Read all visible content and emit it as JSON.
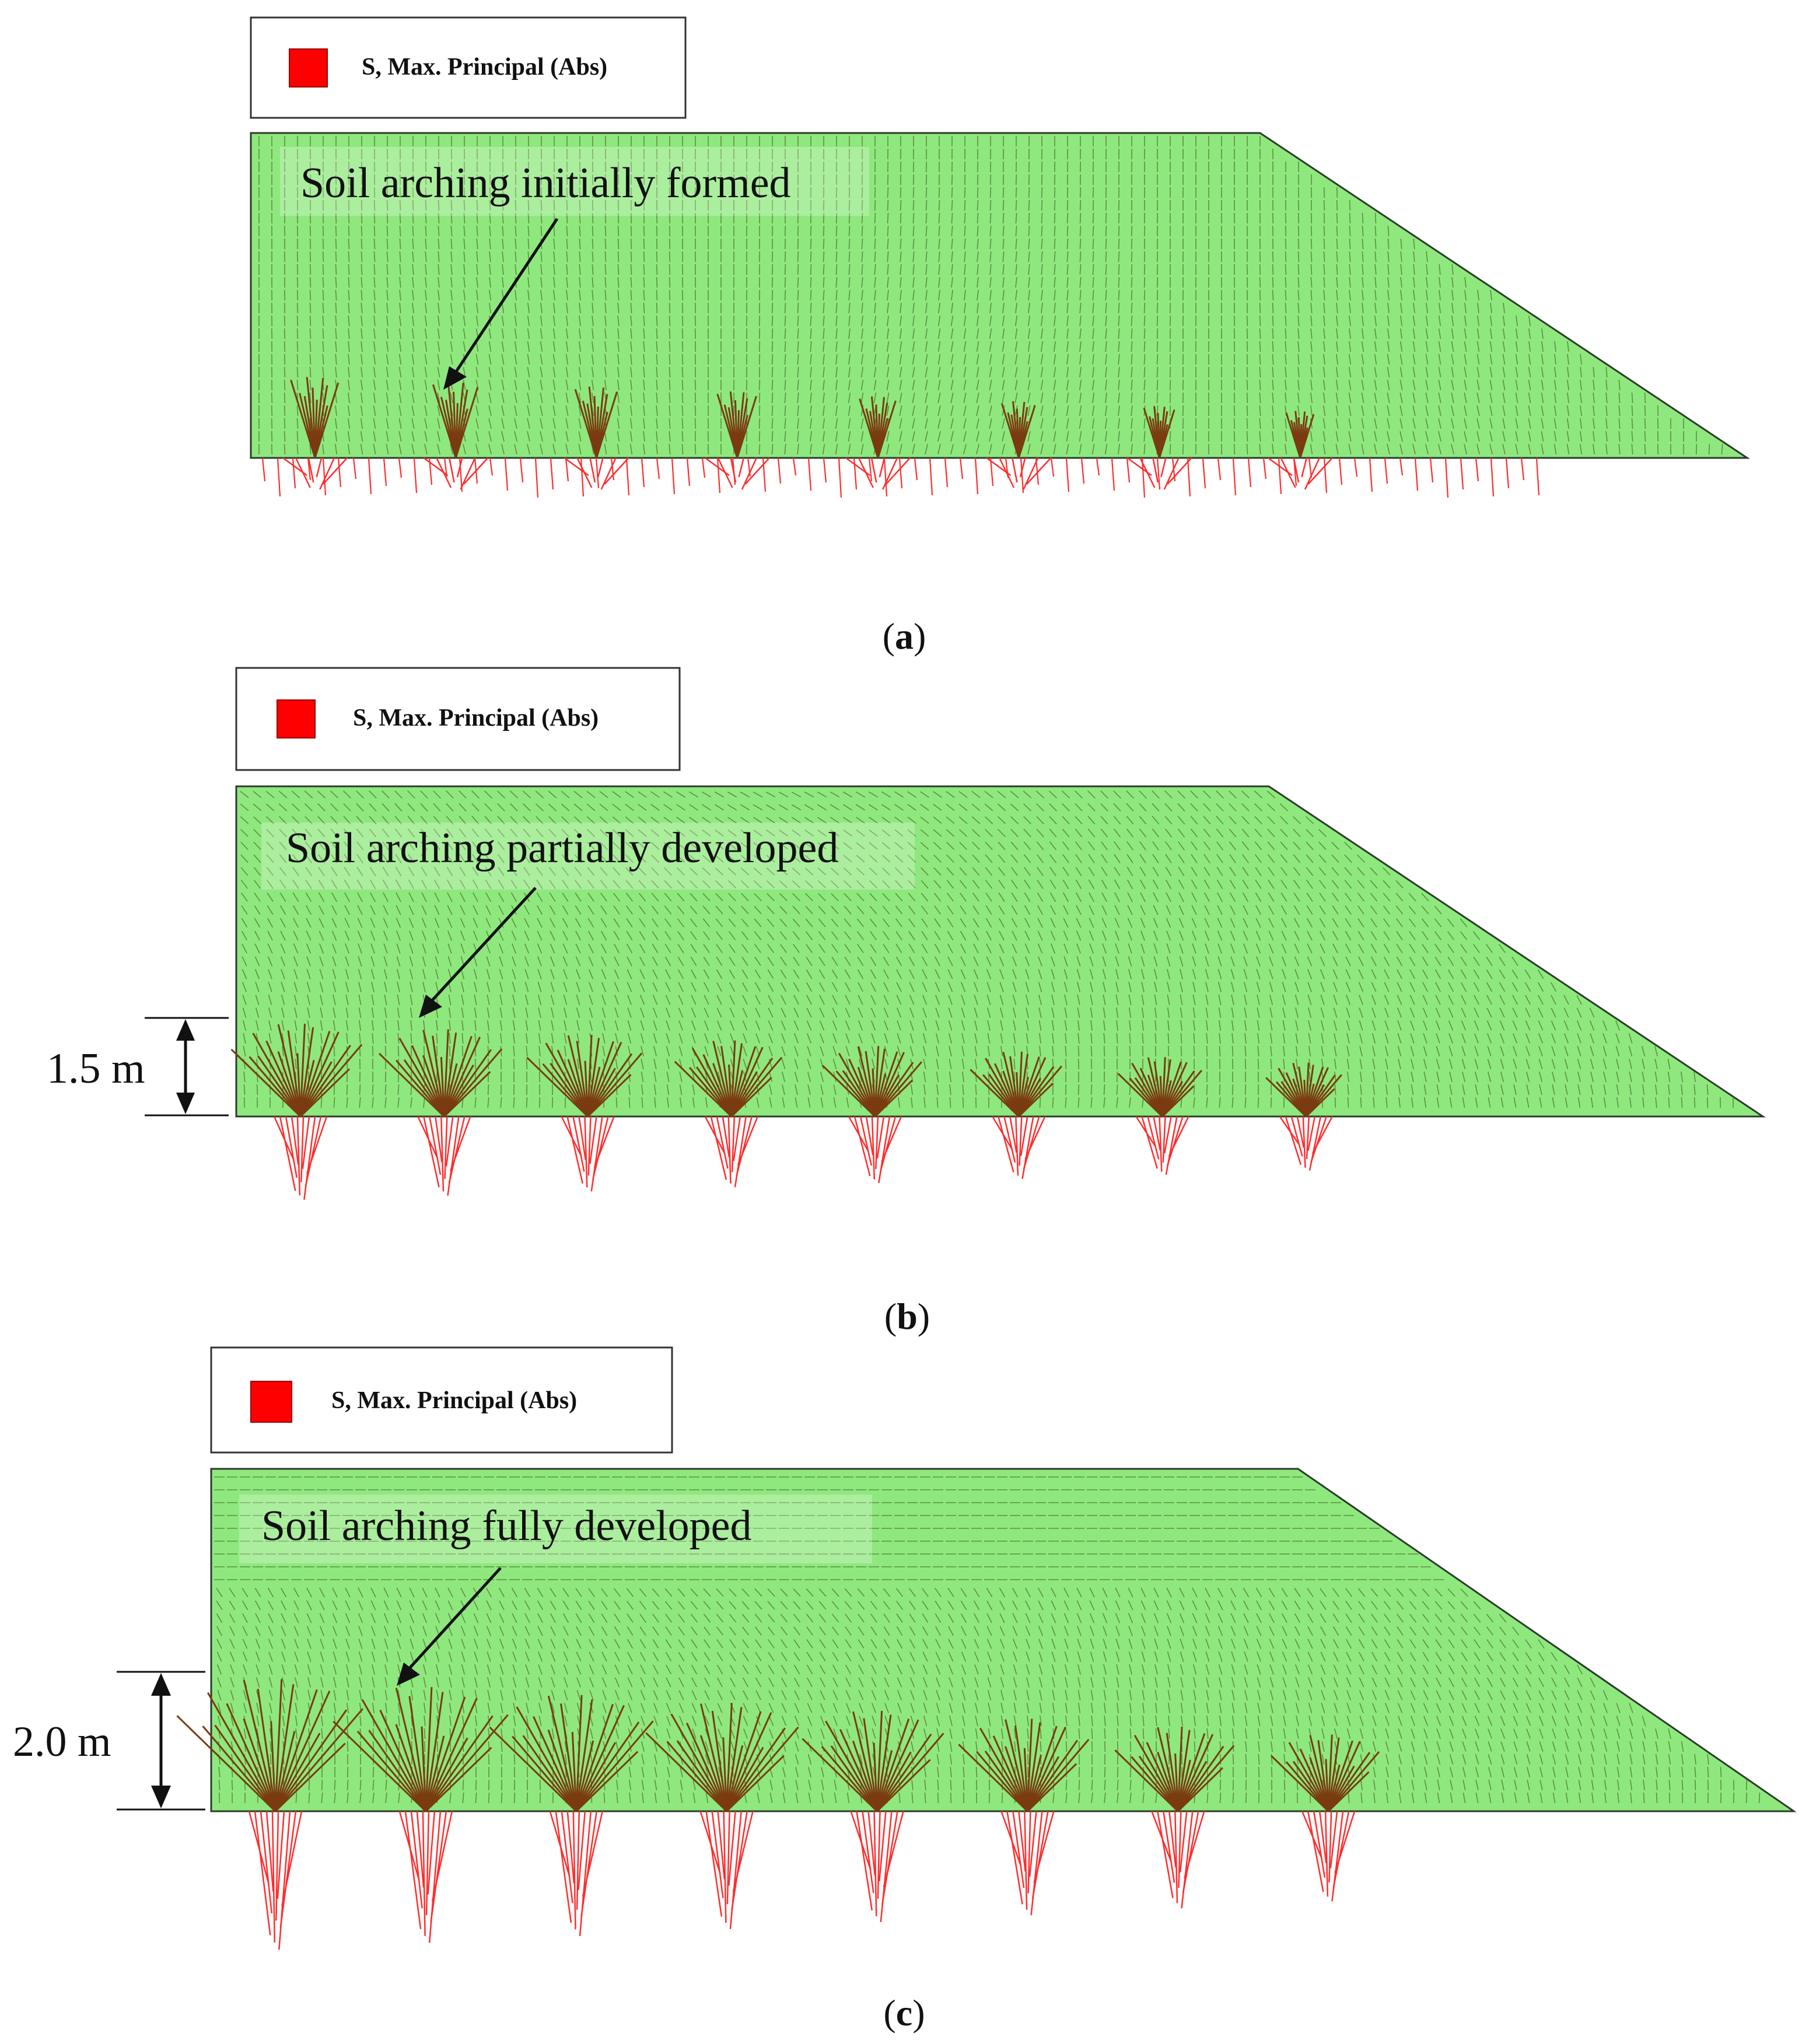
{
  "colors": {
    "soil": "#8ee87e",
    "soil_edge": "#2b3b2b",
    "vector_soil": "#7a3b10",
    "vector_pile": "#ff2d2d",
    "legend_swatch": "#ff0000",
    "text": "#111111"
  },
  "panels": [
    {
      "id": "a",
      "legend_label": "S, Max. Principal (Abs)",
      "annotation": "Soil arching initially formed",
      "dimension_label": "",
      "caption": {
        "open": "(",
        "letter": "a",
        "close": ")"
      },
      "arching_stage": "initial"
    },
    {
      "id": "b",
      "legend_label": "S, Max. Principal (Abs)",
      "annotation": "Soil arching partially developed",
      "dimension_label": "1.5 m",
      "caption": {
        "open": "(",
        "letter": "b",
        "close": ")"
      },
      "arching_stage": "partial"
    },
    {
      "id": "c",
      "legend_label": "S, Max. Principal (Abs)",
      "annotation": "Soil arching fully developed",
      "dimension_label": "2.0 m",
      "caption": {
        "open": "(",
        "letter": "c",
        "close": ")"
      },
      "arching_stage": "full"
    }
  ]
}
